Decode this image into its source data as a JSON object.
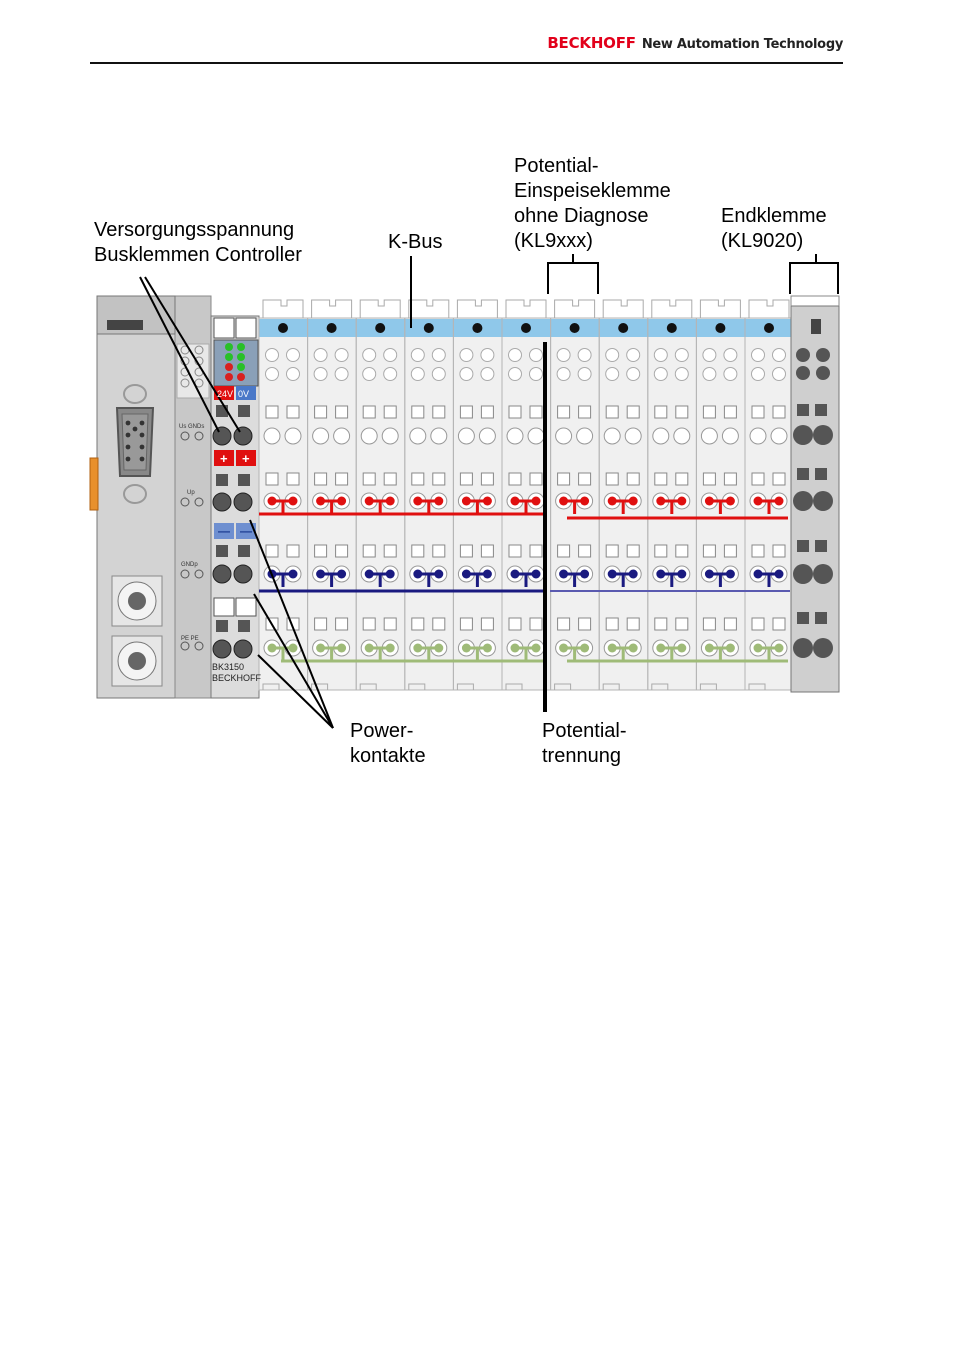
{
  "header": {
    "brand": "BECKHOFF",
    "tagline": "New Automation Technology"
  },
  "colors": {
    "brand_red": "#e2001a",
    "kbus": "#8fc8ea",
    "supply_positive": "#e01010",
    "supply_negative": "#1a1a80",
    "pe": "#9fbb78",
    "terminal_body": "#f0f0f0",
    "coupler_body": "#d9d9d9"
  },
  "diagram": {
    "labels": {
      "supply": [
        "Versorgungsspannung",
        "Busklemmen Controller"
      ],
      "kbus": "K-Bus",
      "feed_terminal": [
        "Potential-",
        "Einspeiseklemme",
        "ohne Diagnose",
        "(KL9xxx)"
      ],
      "end_terminal": [
        "Endklemme",
        "(KL9020)"
      ],
      "power_contacts": [
        "Power-",
        "kontakte"
      ],
      "isolation": [
        "Potential-",
        "trennung"
      ]
    },
    "coupler_text": {
      "us_gnd": "Us  GNDs",
      "up": "Up",
      "gnd_p": "GNDp",
      "pe": "PE  PE",
      "model": [
        "BK3150",
        "BECKHOFF"
      ],
      "plus": "+",
      "minus": "—",
      "v24": "24V",
      "v0": "0V"
    },
    "terminal_count": 11
  }
}
